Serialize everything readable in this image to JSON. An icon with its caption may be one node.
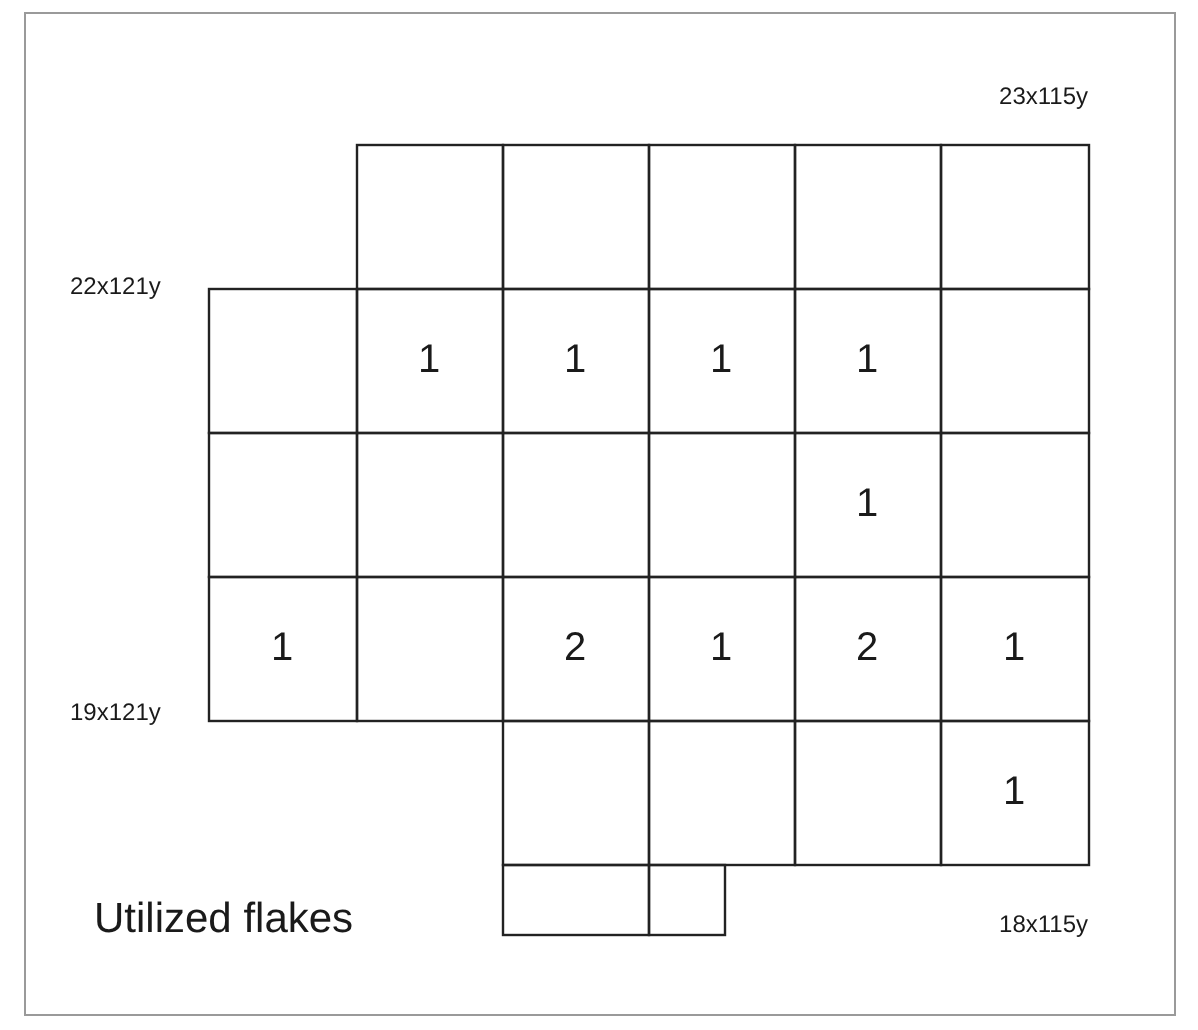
{
  "diagram": {
    "title": "Utilized flakes",
    "labels": [
      "23x115y",
      "22x121y",
      "1",
      "1",
      "1",
      "1",
      "1",
      "1",
      "2",
      "1",
      "2",
      "1",
      "19x121y",
      "1",
      "18x115y"
    ]
  }
}
